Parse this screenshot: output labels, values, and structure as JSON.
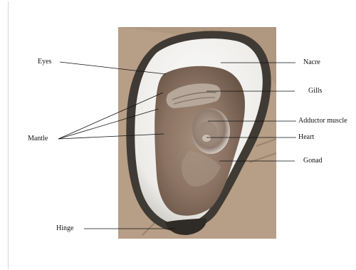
{
  "labels": {
    "eyes": "Eyes",
    "mantle": "Mantle",
    "hinge": "Hinge",
    "nacre": "Nacre",
    "gills": "Gills",
    "adductor": "Adductor muscle",
    "heart": "Heart",
    "gonad": "Gonad"
  },
  "colors": {
    "background": "#ffffff",
    "board": "#b79e86",
    "shell_edge": "#3f3a33",
    "nacre": "#f2f2f0",
    "flesh": "#8a7160",
    "gills": "#b6a79b",
    "muscle": "#d9d4cc",
    "leader_line": "#111111"
  }
}
